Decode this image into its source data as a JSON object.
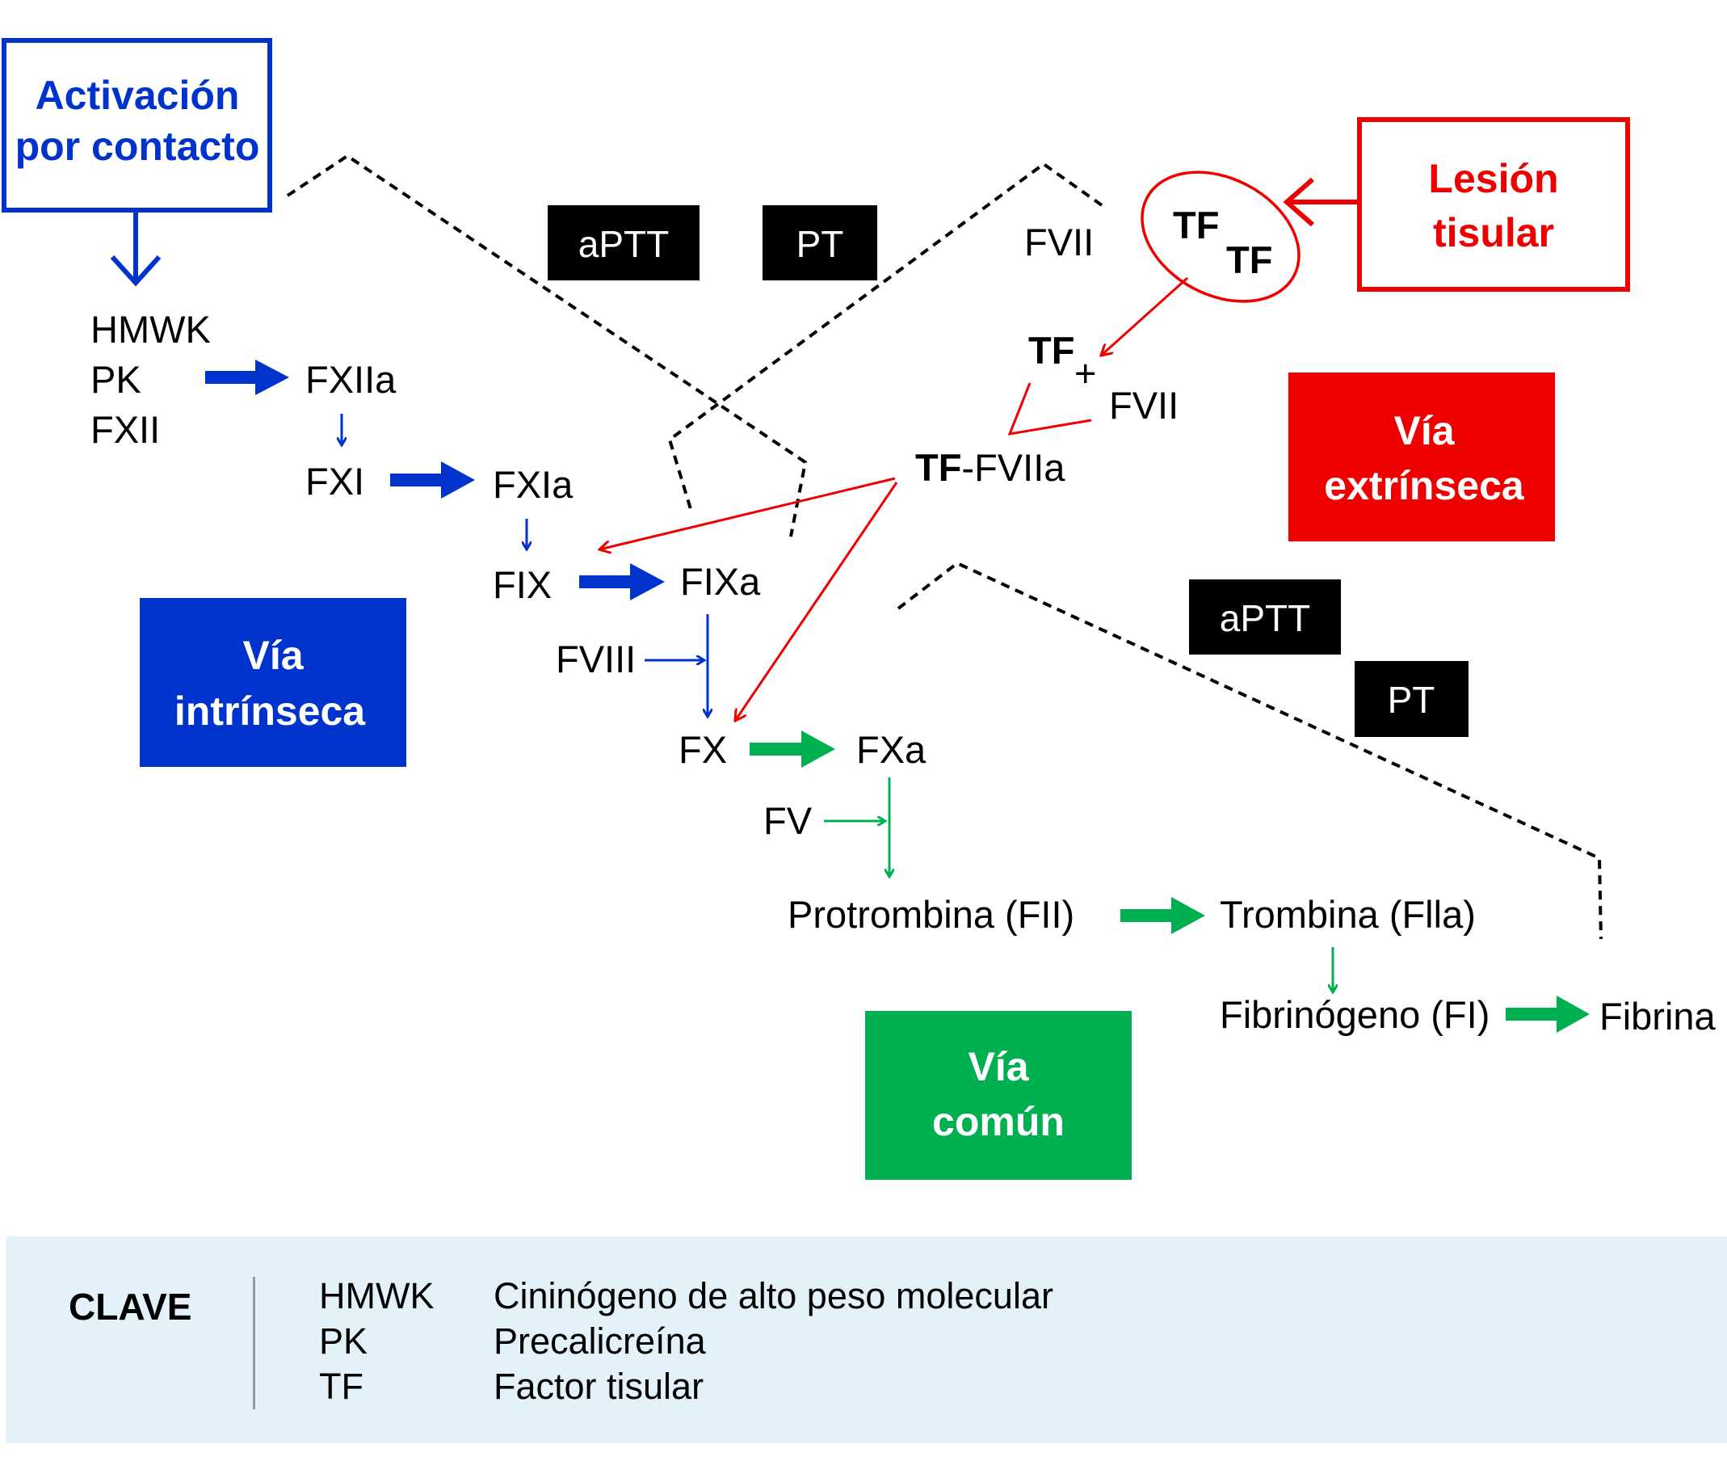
{
  "colors": {
    "intrinsic": "#0033cc",
    "extrinsic": "#ee0000",
    "common": "#00b050",
    "test_box": "#000000",
    "key_background": "#e3f2f8"
  },
  "boxes": {
    "contact_activation": {
      "line1": "Activación",
      "line2": "por contacto"
    },
    "tissue_injury": {
      "line1": "Lesión",
      "line2": "tisular"
    },
    "intrinsic_pathway": {
      "line1": "Vía",
      "line2": "intrínseca"
    },
    "extrinsic_pathway": {
      "line1": "Vía",
      "line2": "extrínseca"
    },
    "common_pathway": {
      "line1": "Vía",
      "line2": "común"
    }
  },
  "tests": {
    "aptt_top": "aPTT",
    "pt_top": "PT",
    "aptt_right": "aPTT",
    "pt_right": "PT"
  },
  "factors": {
    "hmwk": "HMWK",
    "pk": "PK",
    "fxii": "FXII",
    "fxiia": "FXIIa",
    "fxi": "FXI",
    "fxia": "FXIa",
    "fix": "FIX",
    "fixa": "FIXa",
    "fviii": "FVIII",
    "fx": "FX",
    "fxa": "FXa",
    "fv": "FV",
    "prothrombin": "Protrombina (FII)",
    "thrombin": "Trombina (Flla)",
    "fibrinogen": "Fibrinógeno (FI)",
    "fibrin": "Fibrina",
    "fvii_top": "FVII",
    "tf_a": "TF",
    "tf_b": "TF",
    "tf_c": "TF",
    "plus": "+",
    "fvii_mid": "FVII",
    "tf_fviia_bold": "TF",
    "tf_fviia_rest": "-FVIIa"
  },
  "key": {
    "title": "CLAVE",
    "entries": [
      {
        "abbr": "HMWK",
        "definition": "Cininógeno de alto peso molecular"
      },
      {
        "abbr": "PK",
        "definition": "Precalicreína"
      },
      {
        "abbr": "TF",
        "definition": "Factor tisular"
      }
    ]
  }
}
